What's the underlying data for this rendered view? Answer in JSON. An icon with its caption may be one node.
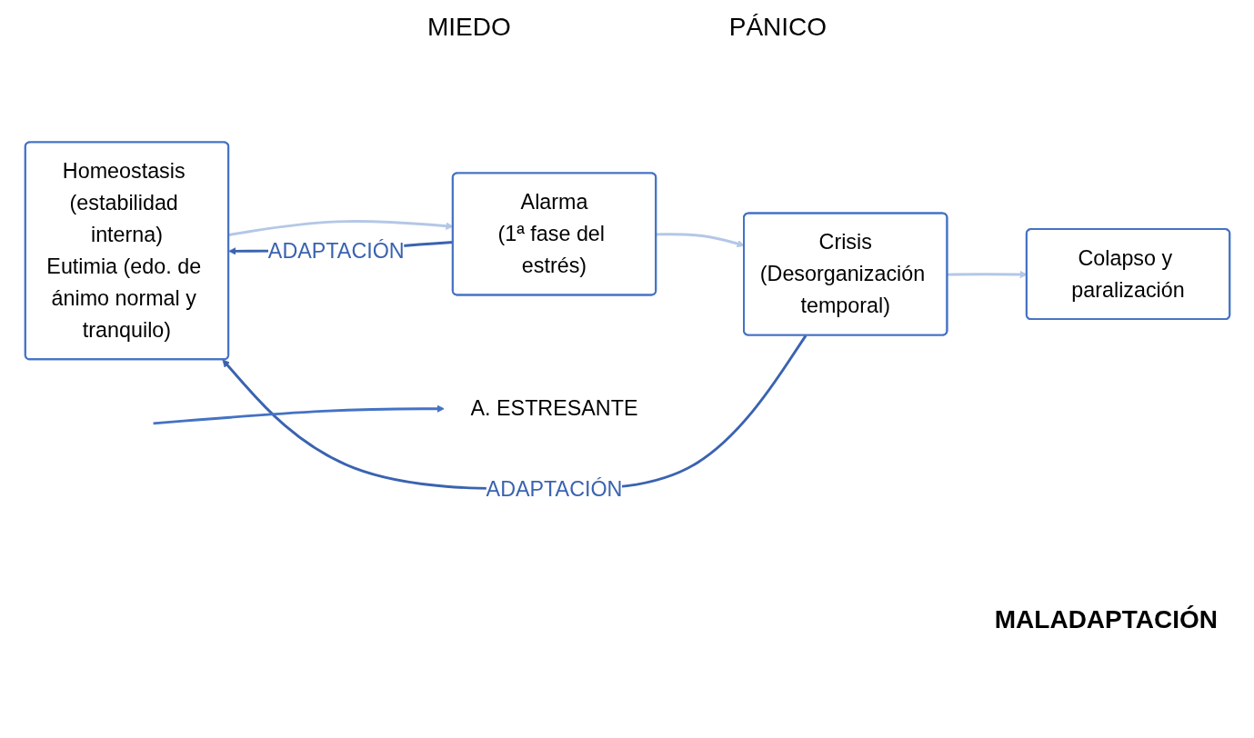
{
  "diagram": {
    "nodes": [
      {
        "text": [
          "Homeostasis (estabilidad interna)",
          "Eutimia (edo. de ánimo normal y tranquilo)"
        ]
      },
      {
        "text": [
          "Alarma",
          "(1ª fase del estrés)"
        ]
      },
      {
        "text": [
          "Crisis",
          "(Desorganización temporal)"
        ]
      },
      {
        "text": [
          "Colapso y paralización"
        ]
      },
      {
        "text": [
          "A. ESTRESANTE"
        ]
      }
    ],
    "edges": [
      {
        "from": 0,
        "to": 1,
        "arrow": "to"
      },
      {
        "from": 1,
        "to": 2,
        "arrow": "to"
      },
      {
        "from": 2,
        "to": 3,
        "arrow": "to"
      },
      {
        "from": 1,
        "to": 0,
        "arrow": "to",
        "label": "ADAPTACIÓN",
        "color": "#3a63b0"
      },
      {
        "from": 2,
        "to": 0,
        "arrow": "to",
        "label": "ADAPTACIÓN",
        "color": "#3a63b0"
      },
      {
        "from": null,
        "to": 4,
        "arrow": "to",
        "color": "#4472c4"
      }
    ],
    "labels": [
      "MIEDO",
      "PÁNICO",
      "MALADAPTACIÓN"
    ]
  }
}
